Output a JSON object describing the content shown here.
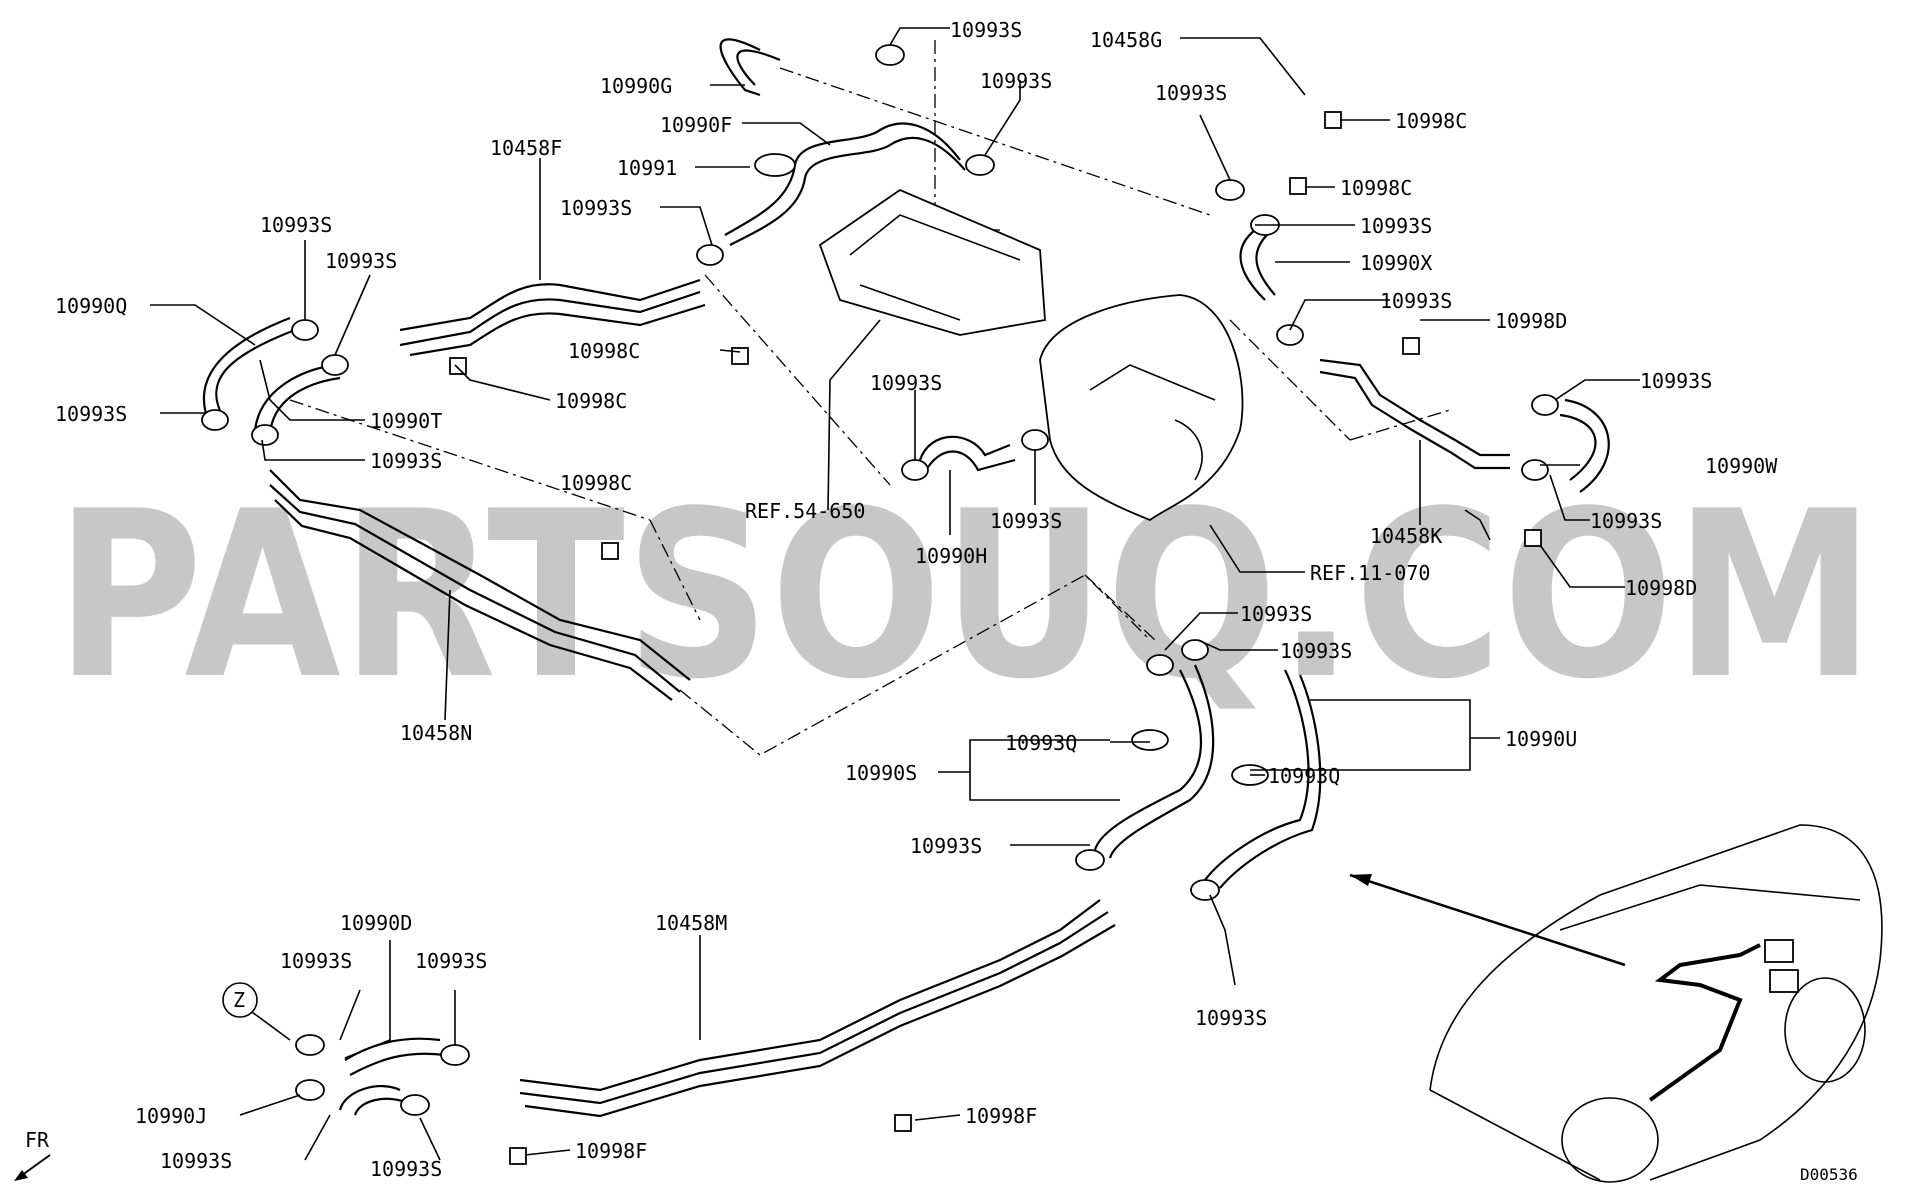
{
  "watermark": "PARTSOUQ.COM",
  "diagram_code": "D00536",
  "front_marker": "FR",
  "circle_marker": "Z",
  "part_labels": {
    "p10993S_a": "10993S",
    "p10990G": "10990G",
    "p10458G": "10458G",
    "p10993S_b": "10993S",
    "p10990F": "10990F",
    "p10993S_c": "10993S",
    "p10998C_a": "10998C",
    "p10991": "10991",
    "p10458F": "10458F",
    "p10993S_d": "10993S",
    "p10998C_b": "10998C",
    "p10993S_e": "10993S",
    "p10993S_f": "10993S",
    "p10990X": "10990X",
    "p10993S_g": "10993S",
    "p10990Q": "10990Q",
    "p10998C_c": "10998C",
    "p10998D_a": "10998D",
    "p10993S_h": "10993S",
    "p10998C_d": "10998C",
    "p10993S_i": "10993S",
    "p10990T": "10990T",
    "p10993S_j": "10993S",
    "p10990W": "10990W",
    "p10998C_e": "10998C",
    "p10993S_k": "10993S",
    "ref5465": "REF.54-650",
    "p10993S_l": "10993S",
    "p10458K": "10458K",
    "p10990H": "10990H",
    "ref11070": "REF.11-070",
    "p10998D_b": "10998D",
    "p10993S_m": "10993S",
    "p10993S_n": "10993S",
    "p10458N": "10458N",
    "p10990U": "10990U",
    "p10993Q_a": "10993Q",
    "p10990S": "10990S",
    "p10993Q_b": "10993Q",
    "p10993S_o": "10993S",
    "p10458M": "10458M",
    "p10990D": "10990D",
    "p10993S_p": "10993S",
    "p10993S_q": "10993S",
    "p10993S_r": "10993S",
    "p10993S_s": "10993S",
    "p10998F_a": "10998F",
    "p10990J": "10990J",
    "p10998F_b": "10998F",
    "p10993S_t": "10993S"
  }
}
